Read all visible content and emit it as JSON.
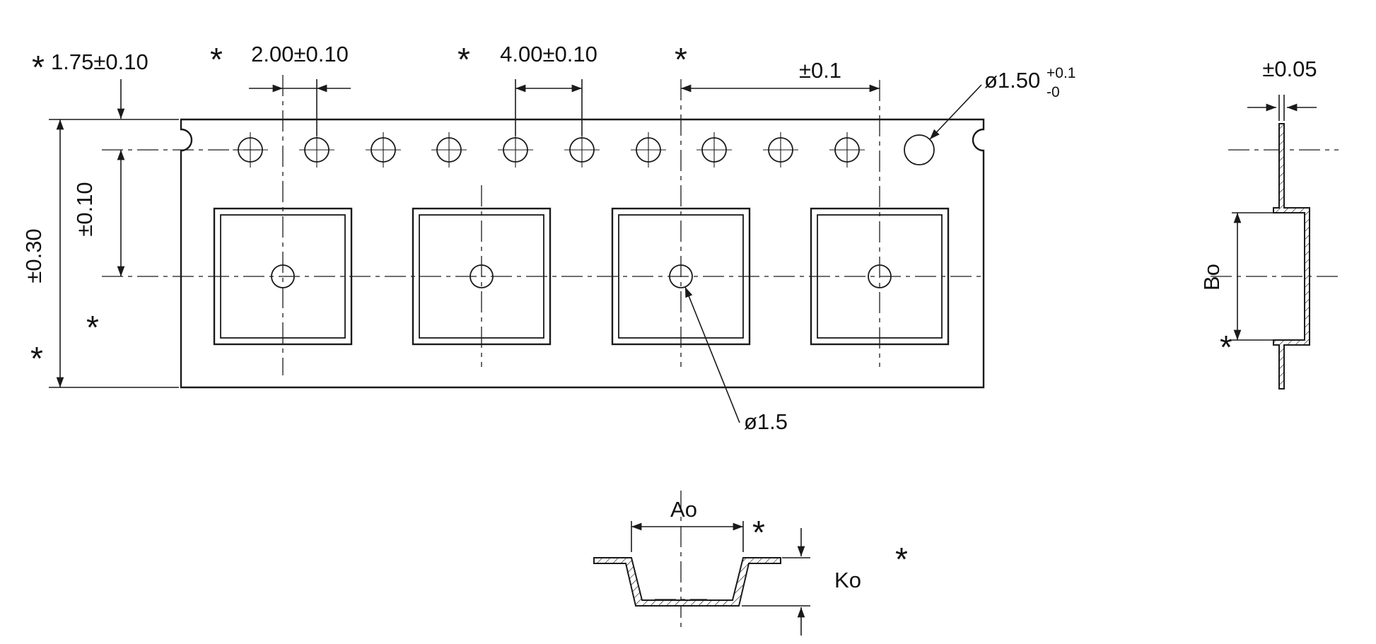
{
  "drawing": {
    "asterisk": "*",
    "top_view": {
      "dim_edge_to_sprocket": "1.75±0.10",
      "dim_sprocket_to_pocket": "2.00±0.10",
      "dim_sprocket_pitch": "4.00±0.10",
      "dim_pocket_pitch_tol": "±0.1",
      "sprocket_hole_dia": "ø1.50",
      "sprocket_hole_dia_tol_plus": "+0.1",
      "sprocket_hole_dia_tol_minus": "-0",
      "dim_tape_width_tol": "±0.30",
      "dim_sprocket_to_pocket_center": "±0.10",
      "pocket_hole_dia": "ø1.5"
    },
    "side_view": {
      "dim_thickness_tol": "±0.05",
      "dim_pocket_width": "Bo"
    },
    "section_view": {
      "dim_pocket_length": "Ao",
      "dim_pocket_depth": "Ko"
    },
    "colors": {
      "line": "#1a1a1a",
      "background": "#ffffff"
    }
  }
}
